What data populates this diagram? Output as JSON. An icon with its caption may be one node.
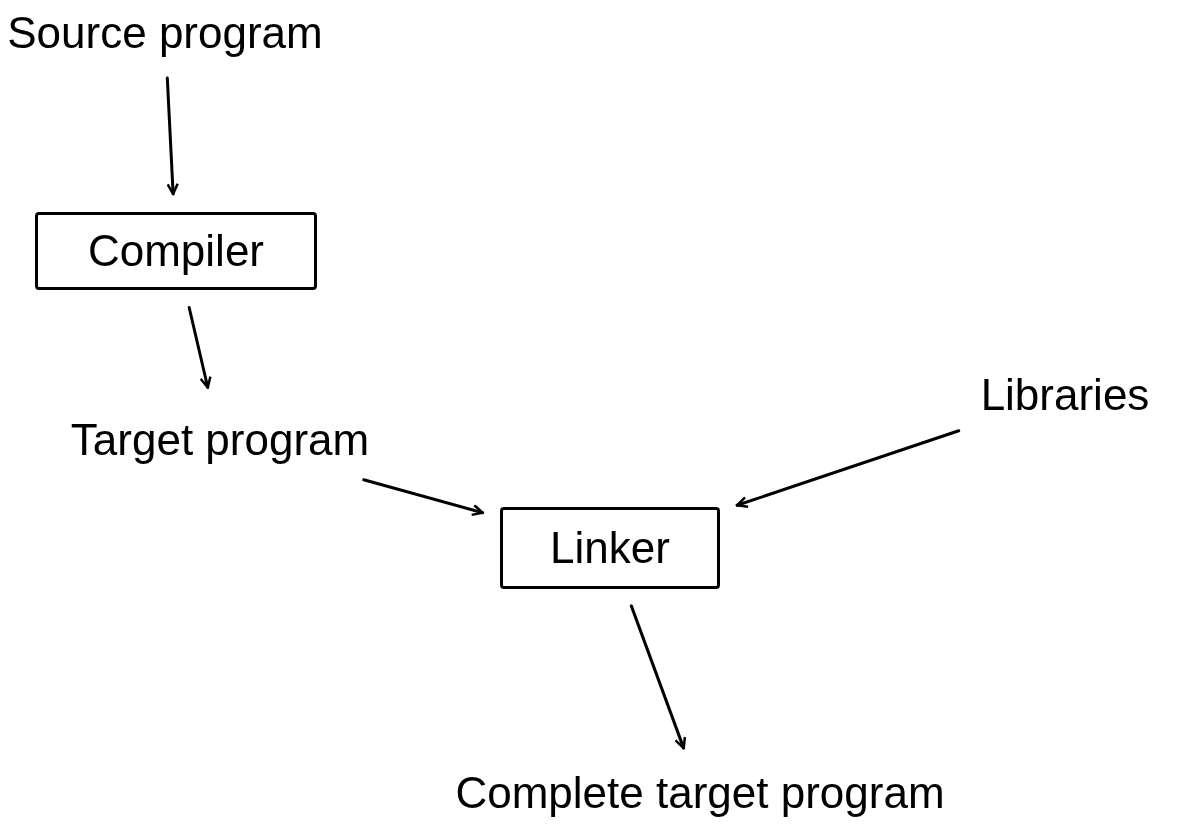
{
  "diagram": {
    "nodes": [
      {
        "text": [
          "Source program"
        ]
      },
      {
        "text": [
          "Compiler"
        ]
      },
      {
        "text": [
          "Target program"
        ]
      },
      {
        "text": [
          "Libraries"
        ]
      },
      {
        "text": [
          "Linker"
        ]
      },
      {
        "text": [
          "Complete target program"
        ]
      }
    ],
    "edges": [
      {
        "from": 0,
        "to": 1,
        "arrow": "to"
      },
      {
        "from": 1,
        "to": 2,
        "arrow": "to"
      },
      {
        "from": 2,
        "to": 4,
        "arrow": "to"
      },
      {
        "from": 3,
        "to": 4,
        "arrow": "to"
      },
      {
        "from": 4,
        "to": 5,
        "arrow": "to"
      }
    ]
  }
}
